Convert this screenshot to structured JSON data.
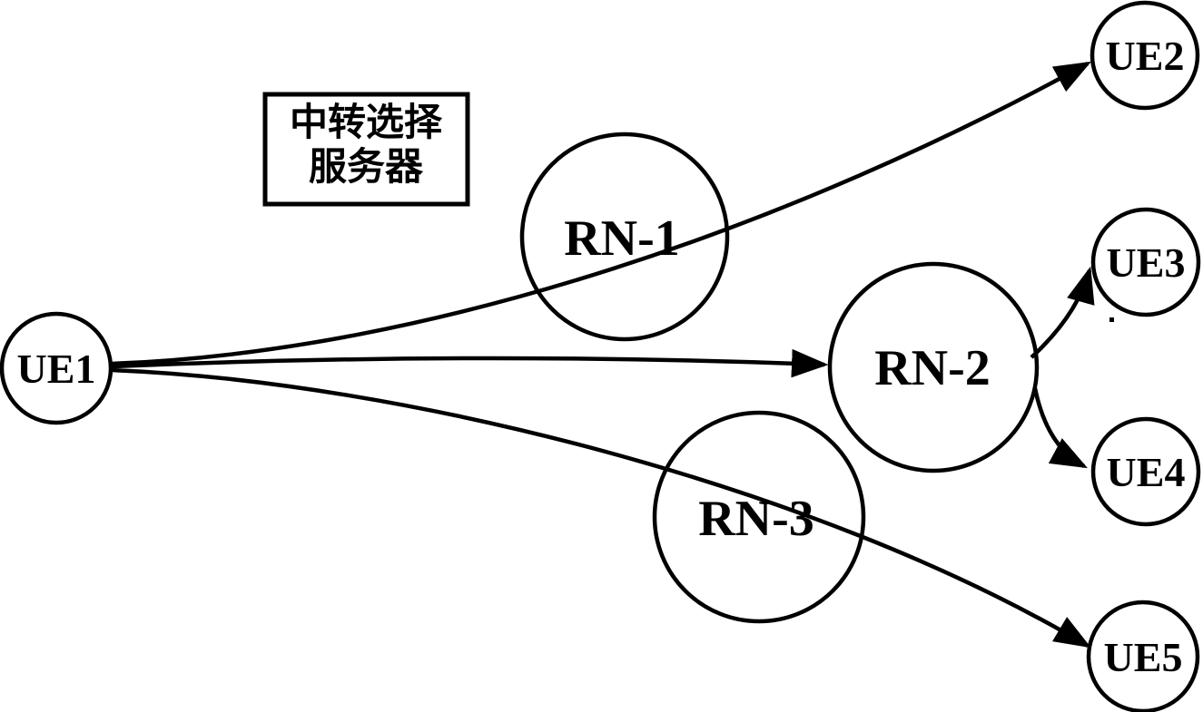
{
  "diagram": {
    "kind": "relay-selection-network-diagram",
    "colors": {
      "stroke": "#000000",
      "background": "#ffffff"
    },
    "server_box": {
      "line1": "中转选择",
      "line2": "服务器"
    },
    "nodes": {
      "ue1": {
        "label": "UE1"
      },
      "ue2": {
        "label": "UE2"
      },
      "ue3": {
        "label": "UE3"
      },
      "ue4": {
        "label": "UE4"
      },
      "ue5": {
        "label": "UE5"
      },
      "rn1": {
        "label": "RN-1"
      },
      "rn2": {
        "label": "RN-2"
      },
      "rn3": {
        "label": "RN-3"
      }
    },
    "edges": [
      {
        "from": "UE1",
        "to": "UE2",
        "via": "RN-1",
        "arrow": true
      },
      {
        "from": "UE1",
        "to": "RN-2",
        "arrow": true
      },
      {
        "from": "UE1",
        "to": "UE5",
        "via": "RN-3",
        "arrow": true
      },
      {
        "from": "RN-2",
        "to": "UE3",
        "arrow": true
      },
      {
        "from": "RN-2",
        "to": "UE4",
        "arrow": true
      }
    ]
  }
}
